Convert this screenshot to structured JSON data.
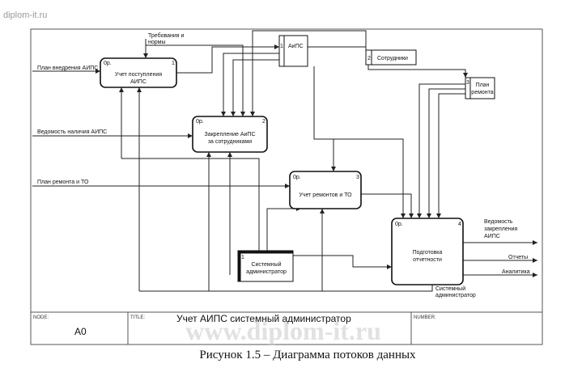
{
  "site": "diplom-it.ru",
  "watermark": "www.diplom-it.ru",
  "processes": [
    {
      "num": "1",
      "op": "0р.",
      "line1": "Учет поступления",
      "line2": "АИПС"
    },
    {
      "num": "2",
      "op": "0р.",
      "line1": "Закрепление АиПС",
      "line2": "за сотрудниками"
    },
    {
      "num": "3",
      "op": "0р.",
      "line1": "Учет ремонтов и ТО",
      "line2": ""
    },
    {
      "num": "4",
      "op": "0р.",
      "line1": "Подготовка",
      "line2": "отчетности"
    }
  ],
  "stores": [
    {
      "num": "1",
      "name": "АиПС"
    },
    {
      "num": "2",
      "name": "Сотрудники"
    },
    {
      "num": "3",
      "name": "План",
      "name2": "ремонта"
    }
  ],
  "external": {
    "num": "1",
    "line1": "Системный",
    "line2": "администратор"
  },
  "inputs": {
    "plan_vnedr": "План внедрения АИПС",
    "trebovaniya_1": "Требования и",
    "trebovaniya_2": "нормы",
    "vedomost": "Ведомость наличия АИПС",
    "plan_remonta": "План ремонта и ТО"
  },
  "outputs": {
    "vedomost_1": "Ведомость",
    "vedomost_2": "закрепления",
    "vedomost_3": "АИПС",
    "otchety": "Отчеты",
    "analitika": "Аналитика",
    "sys_admin_1": "Системный",
    "sys_admin_2": "администратор"
  },
  "title_block": {
    "node_label": "NODE:",
    "node_value": "A0",
    "title_label": "TITLE:",
    "title_value": "Учет АИПС системный администратор",
    "number_label": "NUMBER:"
  },
  "caption": "Рисунок 1.5  – Диаграмма потоков данных"
}
